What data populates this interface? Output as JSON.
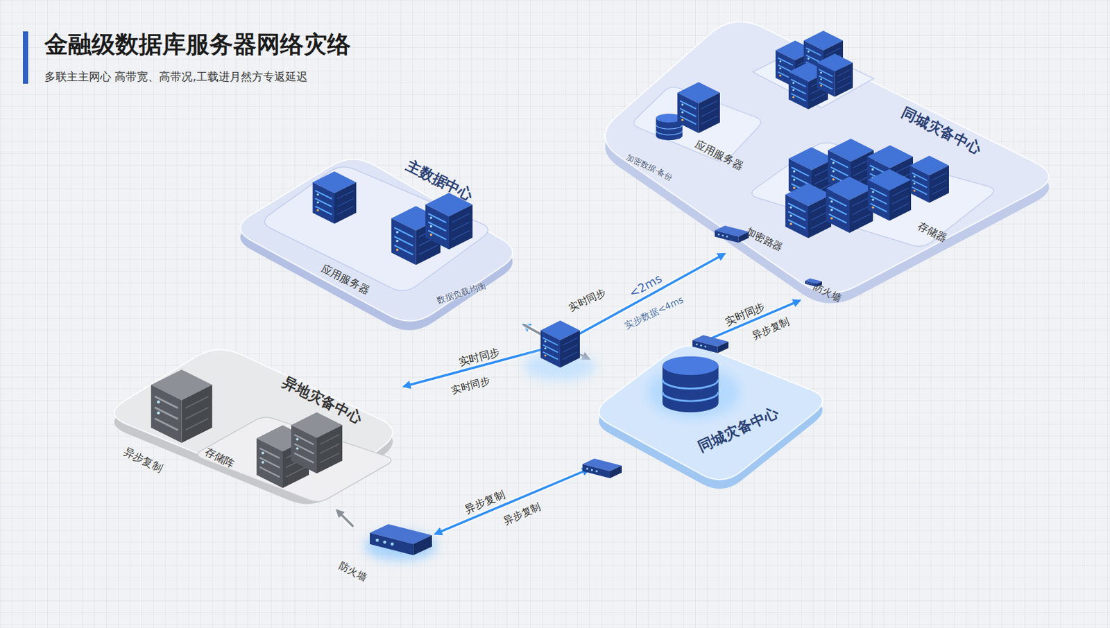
{
  "diagram": {
    "title": "金融级数据库服务器网络灾络",
    "caption": "多联主主网心 高带宽、高带况,工载进月然方专返延迟",
    "nodes": [
      {
        "text": [
          "主数据中心"
        ]
      },
      {
        "text": [
          "应用服务器"
        ],
        "in": 0
      },
      {
        "text": [
          "同城灾备中心"
        ]
      },
      {
        "text": [
          "应用服务器"
        ],
        "in": 2
      },
      {
        "text": [
          "存储器"
        ],
        "in": 2
      },
      {
        "text": [
          "加密路器"
        ],
        "in": 2
      },
      {
        "text": [
          "防火墙"
        ],
        "in": 2
      },
      {
        "text": [
          "异地灾备中心"
        ]
      },
      {
        "text": [
          "存储阵"
        ],
        "in": 7
      },
      {
        "text": [
          "同城灾备中心"
        ]
      },
      {
        "text": [
          "防火墙"
        ]
      }
    ],
    "edges": [
      {
        "from": 0,
        "to": 5,
        "arrow": "both",
        "label": "<2ms"
      },
      {
        "from": 0,
        "to": 7,
        "arrow": "both",
        "label": "实时同步"
      },
      {
        "from": 0,
        "to": 9,
        "arrow": "to"
      },
      {
        "from": 9,
        "to": 6,
        "arrow": "to",
        "label": "实时同步"
      },
      {
        "from": 10,
        "to": 9,
        "arrow": "both",
        "label": "异步复制"
      },
      {
        "from": 10,
        "to": 7,
        "arrow": "to"
      }
    ],
    "labels": [
      "实时同步",
      "实步数据<4ms",
      "数据负载均衡",
      "实时同步",
      "异步复制",
      "异步复制",
      "异步复制",
      "加密数据·备份"
    ]
  }
}
